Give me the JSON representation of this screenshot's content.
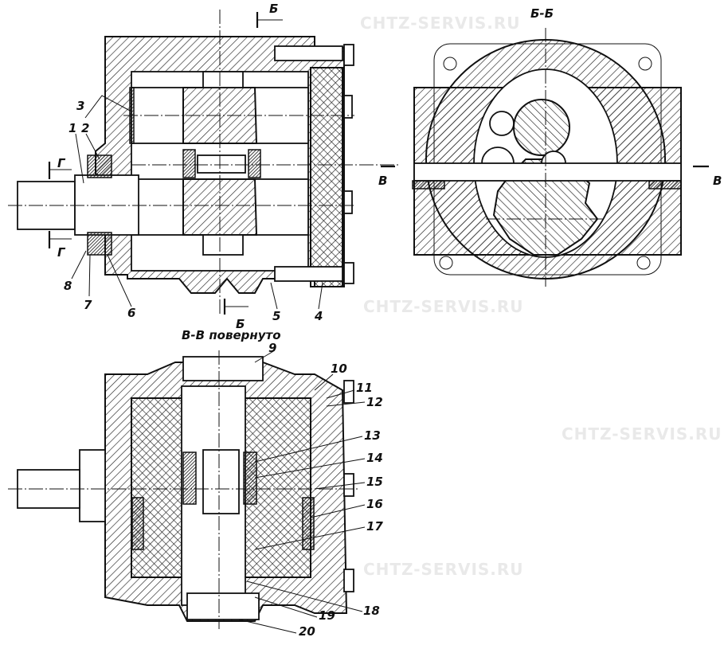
{
  "watermark": "CHTZ-SERVIS.RU",
  "section_marks": {
    "b_top": "Б",
    "b_bottom": "Б",
    "bb_title": "Б-Б",
    "v_left": "В",
    "v_right": "В",
    "g_top": "Г",
    "g_bottom": "Г",
    "vv_title": "В-В повернуто"
  },
  "callouts": [
    "1",
    "2",
    "3",
    "4",
    "5",
    "6",
    "7",
    "8",
    "9",
    "10",
    "11",
    "12",
    "13",
    "14",
    "15",
    "16",
    "17",
    "18",
    "19",
    "20"
  ]
}
